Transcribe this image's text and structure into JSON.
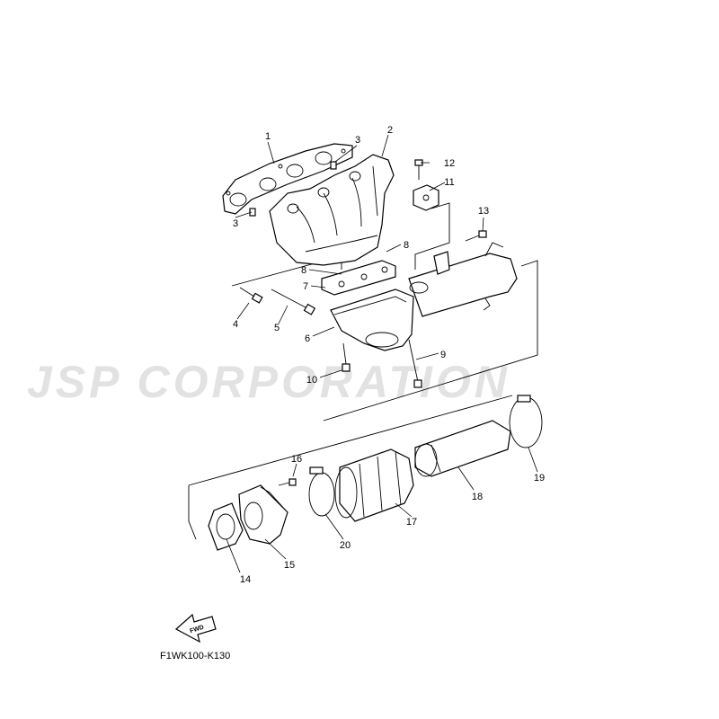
{
  "watermark": "JSP CORPORATION",
  "diagram_code": "F1WK100-K130",
  "fwd_label": "FWD",
  "callouts": {
    "c1": "1",
    "c2": "2",
    "c3a": "3",
    "c3b": "3",
    "c4": "4",
    "c5": "5",
    "c6": "6",
    "c7": "7",
    "c8a": "8",
    "c8b": "8",
    "c9": "9",
    "c10": "10",
    "c11": "11",
    "c12": "12",
    "c13": "13",
    "c14": "14",
    "c15": "15",
    "c16": "16",
    "c17": "17",
    "c18": "18",
    "c19": "19",
    "c20": "20"
  },
  "colors": {
    "line": "#000000",
    "watermark": "#e2e2e2",
    "background": "#ffffff"
  }
}
